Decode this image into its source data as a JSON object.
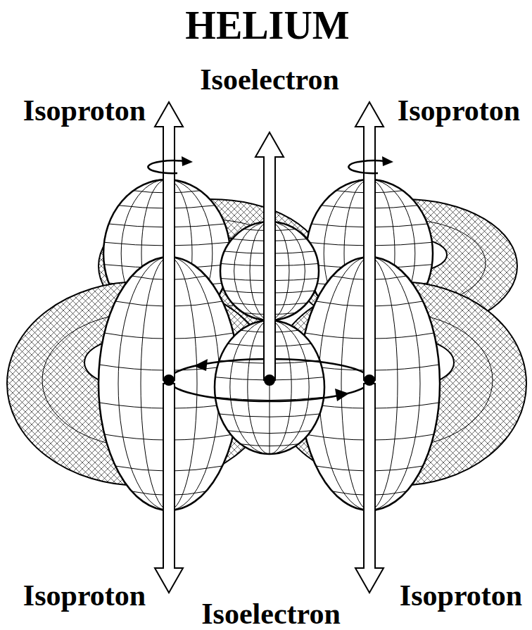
{
  "diagram": {
    "title": "HELIUM",
    "labels": [
      "Isoelectron",
      "Isoproton",
      "Isoproton",
      "Isoproton",
      "Isoproton",
      "Isoelectron"
    ]
  }
}
